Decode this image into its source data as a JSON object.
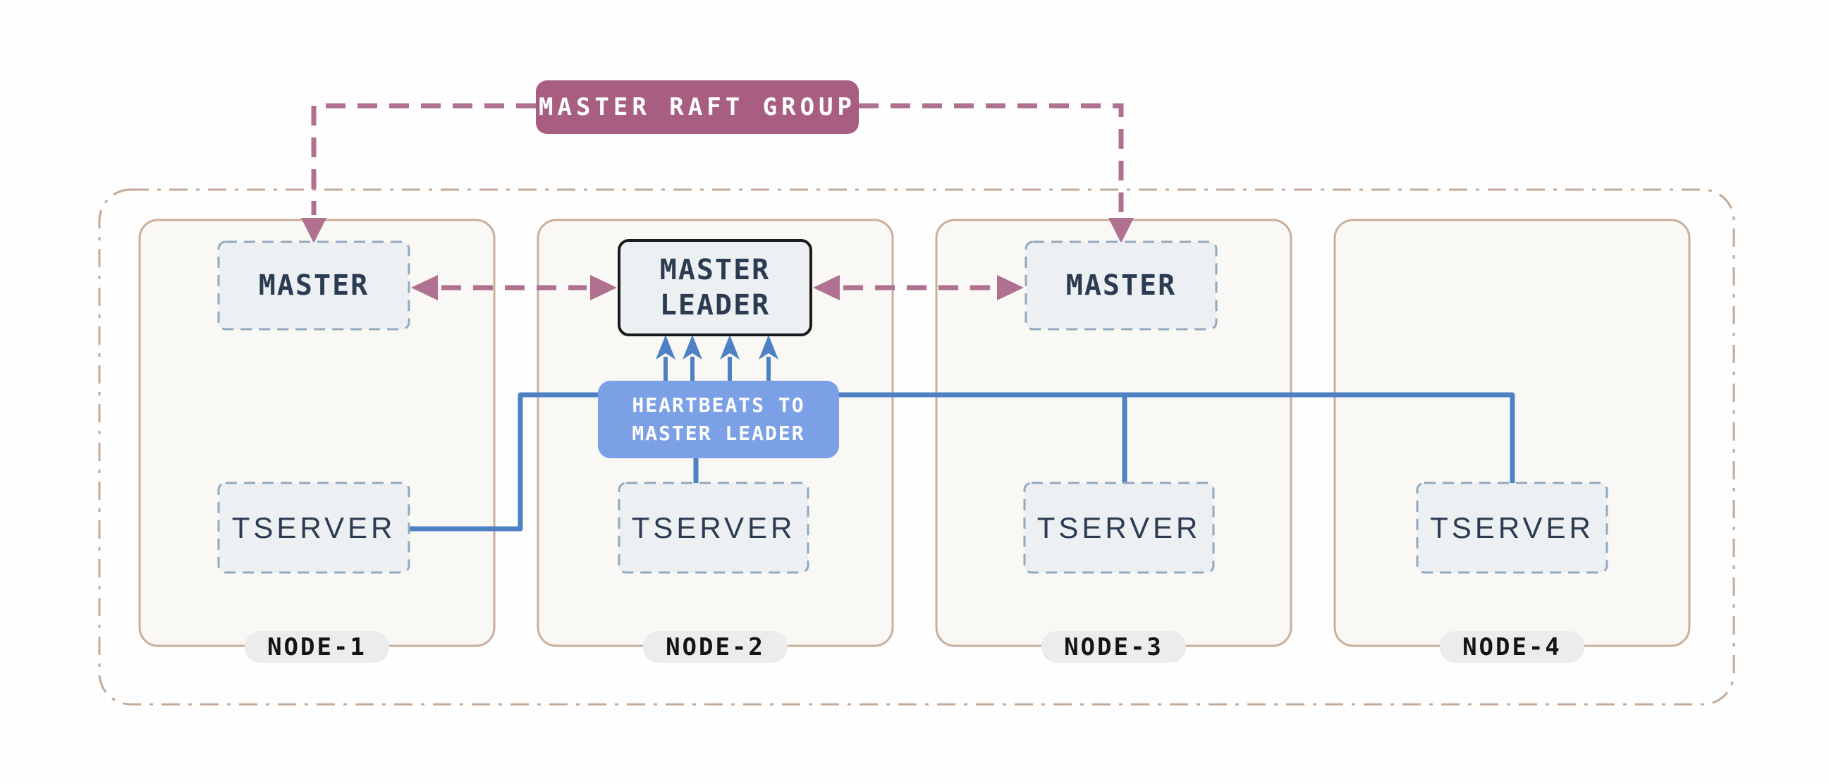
{
  "diagram": {
    "badge": {
      "label": "MASTER RAFT GROUP"
    },
    "master_leader": {
      "line1": "MASTER",
      "line2": "LEADER"
    },
    "heartbeats": {
      "line1": "HEARTBEATS TO",
      "line2": "MASTER LEADER"
    },
    "nodes": [
      {
        "label": "NODE-1",
        "master": "MASTER",
        "tserver": "TSERVER"
      },
      {
        "label": "NODE-2",
        "tserver": "TSERVER"
      },
      {
        "label": "NODE-3",
        "master": "MASTER",
        "tserver": "TSERVER"
      },
      {
        "label": "NODE-4",
        "tserver": "TSERVER"
      }
    ],
    "colors": {
      "badge_bg": "#a75e81",
      "raft_arrow": "#b0708f",
      "heartbeat_bg": "#7ba0e6",
      "heartbeat_line": "#4e81c4",
      "box_fill": "#edf0f2",
      "box_dash_border": "#92a9be",
      "leader_border": "#1a1a1a",
      "node_fill": "#faf8f5",
      "node_border": "#c9af9b",
      "outer_border": "#c4aa96",
      "text_dark": "#2b3b52",
      "pill_bg": "#ececec"
    }
  }
}
